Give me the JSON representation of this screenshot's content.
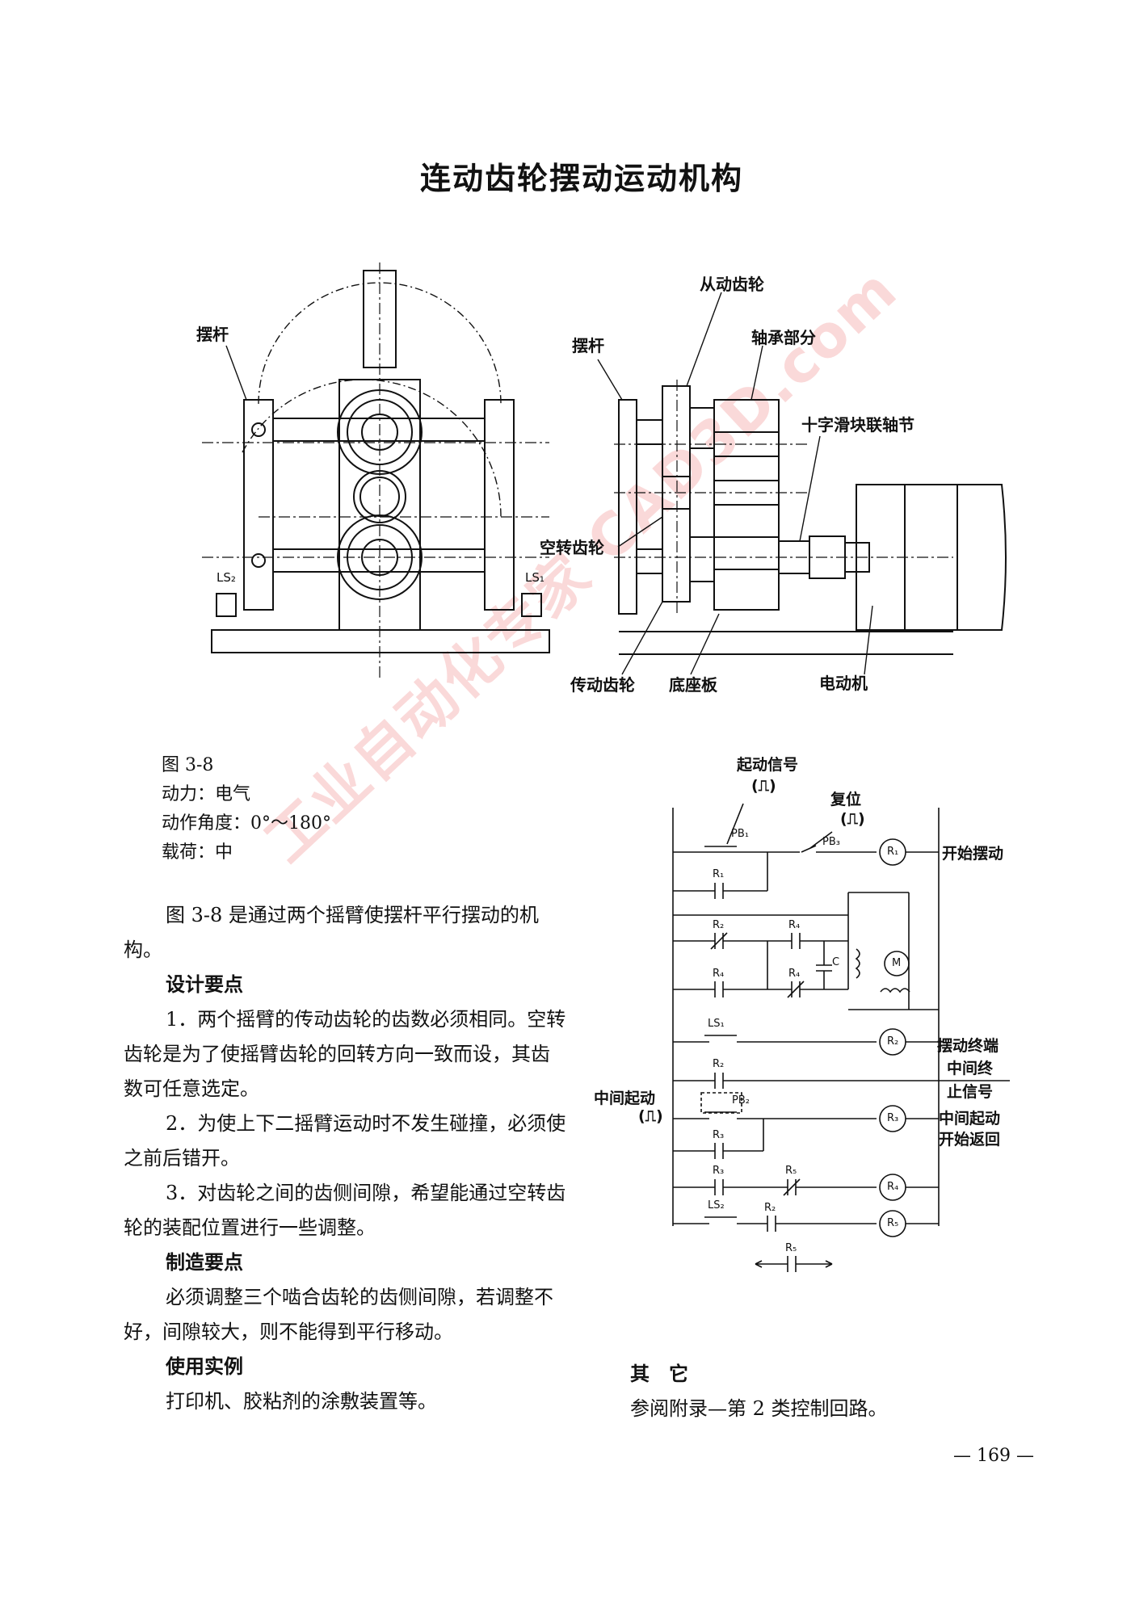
{
  "page": {
    "title": "连动齿轮摆动运动机构",
    "page_number": "— 169 —",
    "watermark": "工业自动化专家 CAD3D.com"
  },
  "figure": {
    "labels": {
      "left_lever": "摆杆",
      "driven_gear": "从动齿轮",
      "right_lever": "摆杆",
      "bearing": "轴承部分",
      "coupling": "十字滑块联轴节",
      "idler_gear": "空转齿轮",
      "drive_gear": "传动齿轮",
      "base_plate": "底座板",
      "motor": "电动机",
      "ls2": "LS₂",
      "ls1": "LS₁"
    }
  },
  "specs": {
    "figure_no": "图 3-8",
    "power": "动力：电气",
    "angle": "动作角度：0°～180°",
    "load": "载荷：中"
  },
  "description": {
    "intro": "图 3-8 是通过两个摇臂使摆杆平行摆动的机构。",
    "design_heading": "设计要点",
    "design_1": "1．两个摇臂的传动齿轮的齿数必须相同。空转齿轮是为了使摇臂齿轮的回转方向一致而设，其齿数可任意选定。",
    "design_2": "2．为使上下二摇臂运动时不发生碰撞，必须使之前后错开。",
    "design_3": "3．对齿轮之间的齿侧间隙，希望能通过空转齿轮的装配位置进行一些调整。",
    "mfg_heading": "制造要点",
    "mfg_text": "必须调整三个啮合齿轮的齿侧间隙，若调整不好，间隙较大，则不能得到平行移动。",
    "usage_heading": "使用实例",
    "usage_text": "打印机、胶粘剂的涂敷装置等。",
    "other_heading": "其　它",
    "other_text": "参阅附录—第 2 类控制回路。"
  },
  "circuit": {
    "labels": {
      "start_signal": "起动信号",
      "pulse_1": "(⎍)",
      "reset": "复位",
      "pulse_2": "(⎍)",
      "pb1": "PB₁",
      "pb3": "PB₃",
      "pb2": "PB₂",
      "r1": "R₁",
      "r2": "R₂",
      "r3": "R₃",
      "r4": "R₄",
      "r5": "R₅",
      "ls1": "LS₁",
      "ls2": "LS₂",
      "c": "C",
      "m": "M",
      "mid_start": "中间起动",
      "pulse_3": "(⎍)",
      "start_swing": "开始摆动",
      "swing_end": "摆动终端",
      "mid_end": "中间终",
      "stop_signal": "止信号",
      "mid_start_r": "中间起动",
      "start_return": "开始返回"
    }
  }
}
